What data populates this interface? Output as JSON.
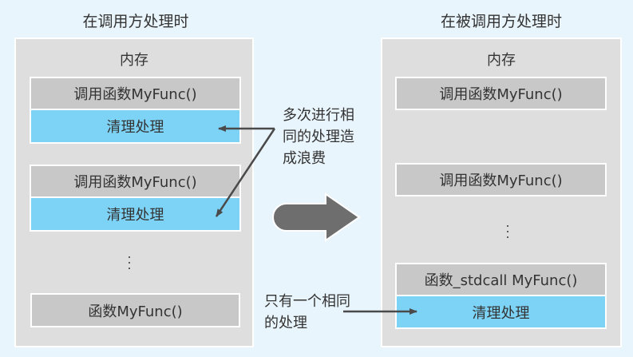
{
  "left": {
    "title": "在调用方处理时",
    "memory_label": "内存",
    "items": [
      {
        "label": "调用函数MyFunc()",
        "kind": "call"
      },
      {
        "label": "清理处理",
        "kind": "cleanup"
      },
      {
        "label": "调用函数MyFunc()",
        "kind": "call"
      },
      {
        "label": "清理处理",
        "kind": "cleanup"
      },
      {
        "label": "函数MyFunc()",
        "kind": "function"
      }
    ],
    "ellipsis": "⋮"
  },
  "right": {
    "title": "在被调用方处理时",
    "memory_label": "内存",
    "items": [
      {
        "label": "调用函数MyFunc()",
        "kind": "call"
      },
      {
        "label": "调用函数MyFunc()",
        "kind": "call"
      },
      {
        "label": "函数_stdcall MyFunc()",
        "kind": "function"
      },
      {
        "label": "清理处理",
        "kind": "cleanup"
      }
    ],
    "ellipsis": "⋮"
  },
  "annotations": {
    "waste_note_lines": [
      "多次进行相",
      "同的处理造",
      "成浪费"
    ],
    "single_note_lines": [
      "只有一个相同",
      "的处理"
    ]
  },
  "transition_arrow": "right-arrow-icon",
  "colors": {
    "background": "#e9f5fc",
    "panel": "#dedede",
    "call_box": "#c8c8c8",
    "cleanup_box": "#7dd3f5",
    "arrow": "#6e6e6e",
    "pointer": "#4a4a4a"
  }
}
